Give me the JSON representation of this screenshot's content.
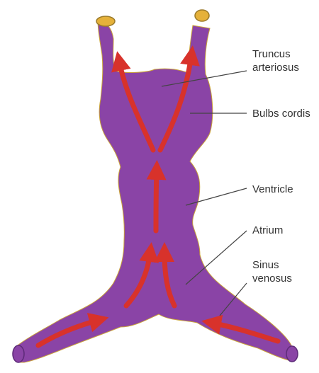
{
  "labels": {
    "truncus_line1": "Truncus",
    "truncus_line2": "arteriosus",
    "bulbs": "Bulbs cordis",
    "ventricle": "Ventricle",
    "atrium": "Atrium",
    "sinus_line1": "Sinus",
    "sinus_line2": "venosus"
  },
  "colors": {
    "upper_tube": "#f3c94a",
    "ventricle_region": "#eaa764",
    "atrium_region": "#8e4aa8",
    "flow_arrows": "#d8322b",
    "leader_lines": "#444444"
  }
}
